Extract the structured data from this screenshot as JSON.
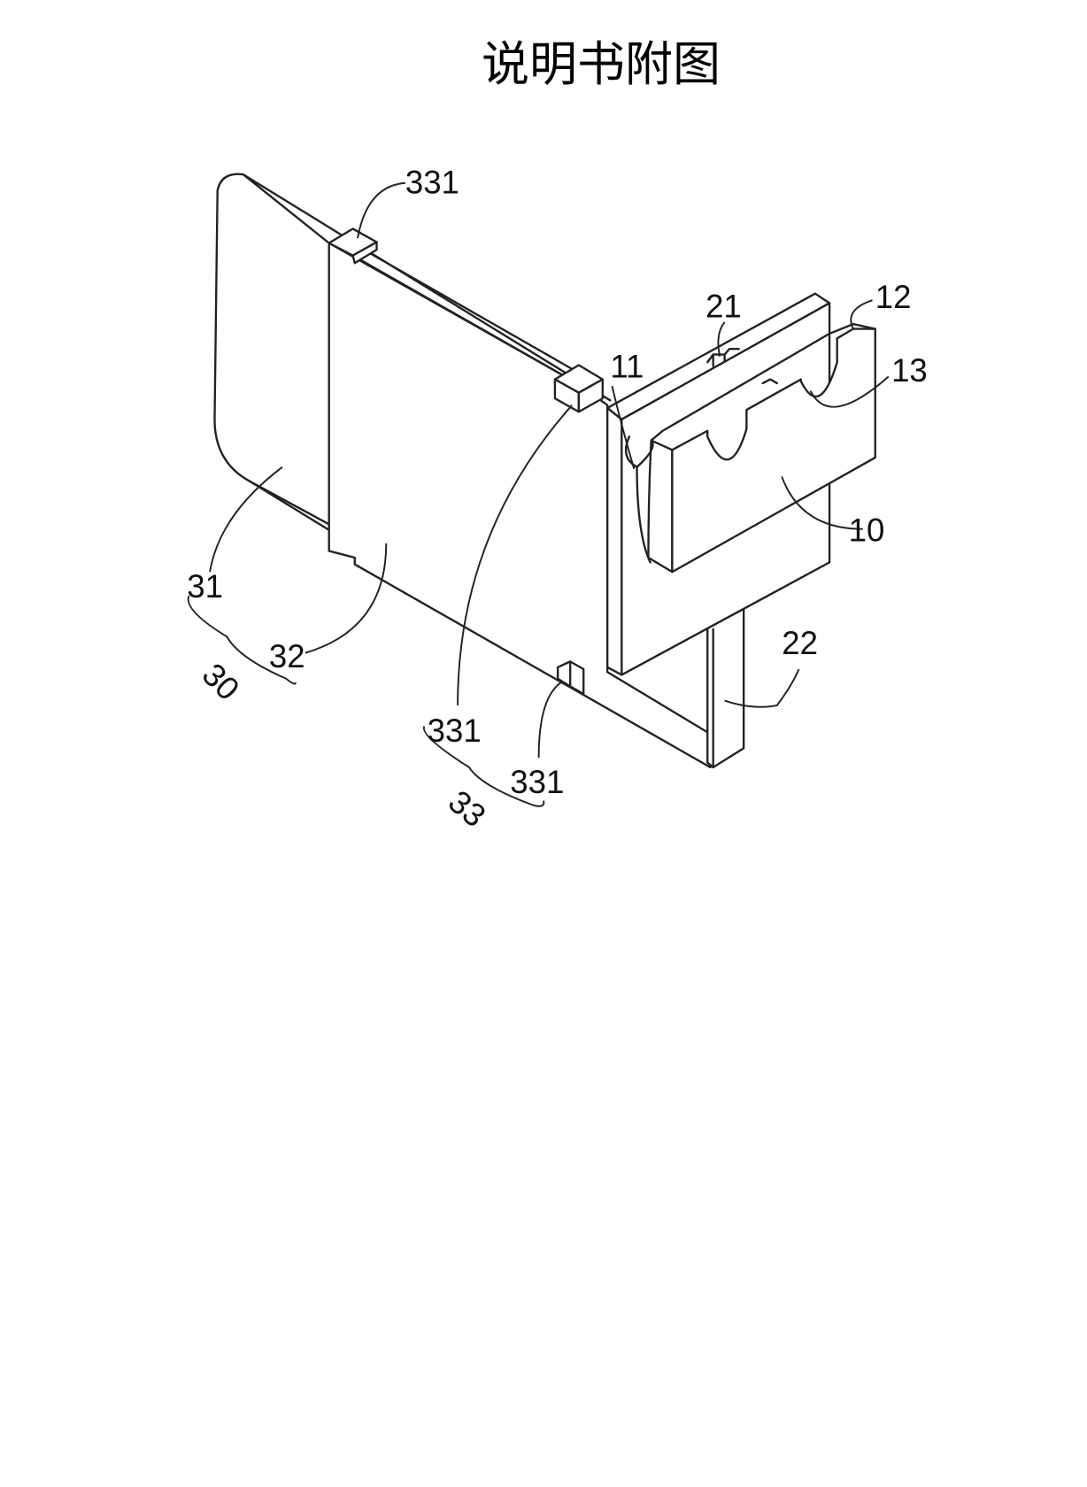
{
  "title": "说明书附图",
  "labels": {
    "l331_top": "331",
    "l21": "21",
    "l12": "12",
    "l11": "11",
    "l13": "13",
    "l10": "10",
    "l31": "31",
    "l30": "30",
    "l32": "32",
    "l22": "22",
    "l331_mid": "331",
    "l331_bottom": "331",
    "l33": "33"
  }
}
